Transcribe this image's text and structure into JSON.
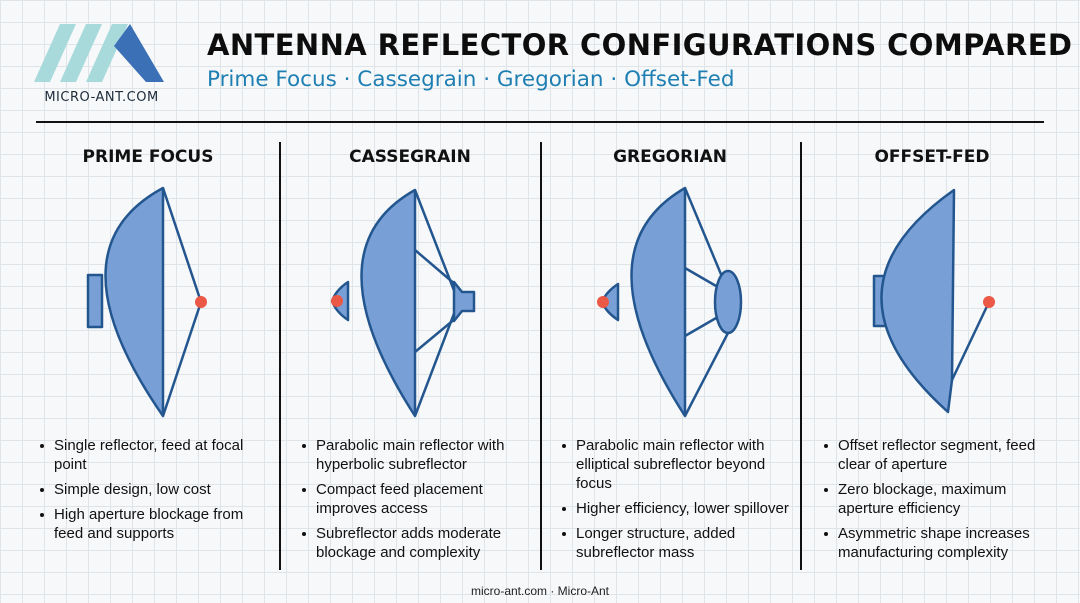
{
  "header": {
    "logo_text": "MICRO-ANT.COM",
    "title": "ANTENNA REFLECTOR CONFIGURATIONS COMPARED",
    "subtitle": "Prime Focus · Cassegrain · Gregorian · Offset-Fed"
  },
  "colors": {
    "reflector_fill": "#79a0d6",
    "reflector_stroke": "#23568f",
    "feed_point": "#ec5846",
    "subtitle": "#1f7fb3",
    "logo_light": "#a8dadc",
    "logo_dark": "#3b6fb6"
  },
  "columns": [
    {
      "id": "prime-focus",
      "title": "PRIME FOCUS",
      "bullets": [
        "Single reflector, feed at focal point",
        "Simple design, low cost",
        "High aperture blockage from feed and supports"
      ]
    },
    {
      "id": "cassegrain",
      "title": "CASSEGRAIN",
      "bullets": [
        "Parabolic main reflector with hyperbolic subreflector",
        "Compact feed placement improves access",
        "Subreflector adds moderate blockage and complexity"
      ]
    },
    {
      "id": "gregorian",
      "title": "GREGORIAN",
      "bullets": [
        "Parabolic main reflector with elliptical subreflector beyond focus",
        "Higher efficiency, lower spillover",
        "Longer structure, added subreflector mass"
      ]
    },
    {
      "id": "offset-fed",
      "title": "OFFSET-FED",
      "bullets": [
        "Offset reflector segment, feed clear of aperture",
        "Zero blockage, maximum aperture efficiency",
        "Asymmetric shape increases manufacturing complexity"
      ]
    }
  ],
  "footer": "micro-ant.com · Micro-Ant"
}
